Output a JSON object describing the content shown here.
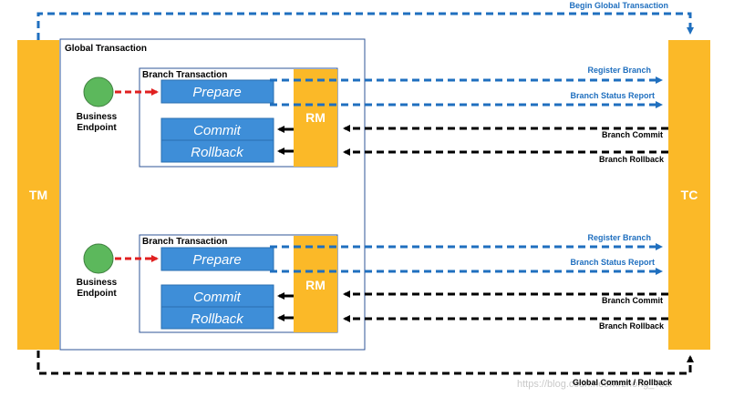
{
  "actors": {
    "tm": "TM",
    "tc": "TC"
  },
  "global_transaction_title": "Global Transaction",
  "arrows": {
    "begin_global": "Begin Global Transaction",
    "global_commit_rollback": "Global Commit / Rollback"
  },
  "branches": [
    {
      "title": "Branch Transaction",
      "endpoint_line1": "Business",
      "endpoint_line2": "Endpoint",
      "prepare": "Prepare",
      "commit": "Commit",
      "rollback": "Rollback",
      "rm": "RM",
      "register_branch": "Register Branch",
      "branch_status_report": "Branch Status Report",
      "branch_commit": "Branch Commit",
      "branch_rollback": "Branch Rollback"
    },
    {
      "title": "Branch Transaction",
      "endpoint_line1": "Business",
      "endpoint_line2": "Endpoint",
      "prepare": "Prepare",
      "commit": "Commit",
      "rollback": "Rollback",
      "rm": "RM",
      "register_branch": "Register Branch",
      "branch_status_report": "Branch Status Report",
      "branch_commit": "Branch Commit",
      "branch_rollback": "Branch Rollback"
    }
  ],
  "watermark": "https://blog.csdn.net/Mrzhong_Toa",
  "colors": {
    "actor_fill": "#fbb928",
    "op_fill": "#3e8ed8",
    "endpoint_fill": "#5cb85c",
    "blue_arrow": "#1f6fbf",
    "red_arrow": "#e02020",
    "black_arrow": "#000000"
  }
}
